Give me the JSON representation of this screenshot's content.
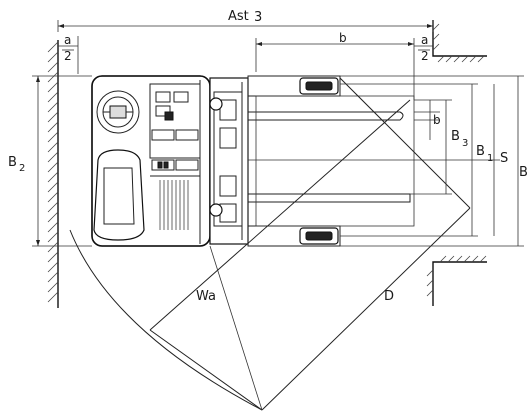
{
  "labels": {
    "ast3_main": "Ast",
    "ast3_num": "3",
    "a_left_top": "a",
    "a_left_bottom": "2",
    "a_right_top": "a",
    "a_right_bottom": "2",
    "b_top": "b",
    "b_small": "b",
    "b2_main": "B",
    "b2_sub": "2",
    "b3_main": "B",
    "b3_sub": "3",
    "b1_main": "B",
    "b1_sub": "1",
    "s": "S",
    "b_right_edge": "B",
    "wa": "Wa",
    "d": "D"
  }
}
